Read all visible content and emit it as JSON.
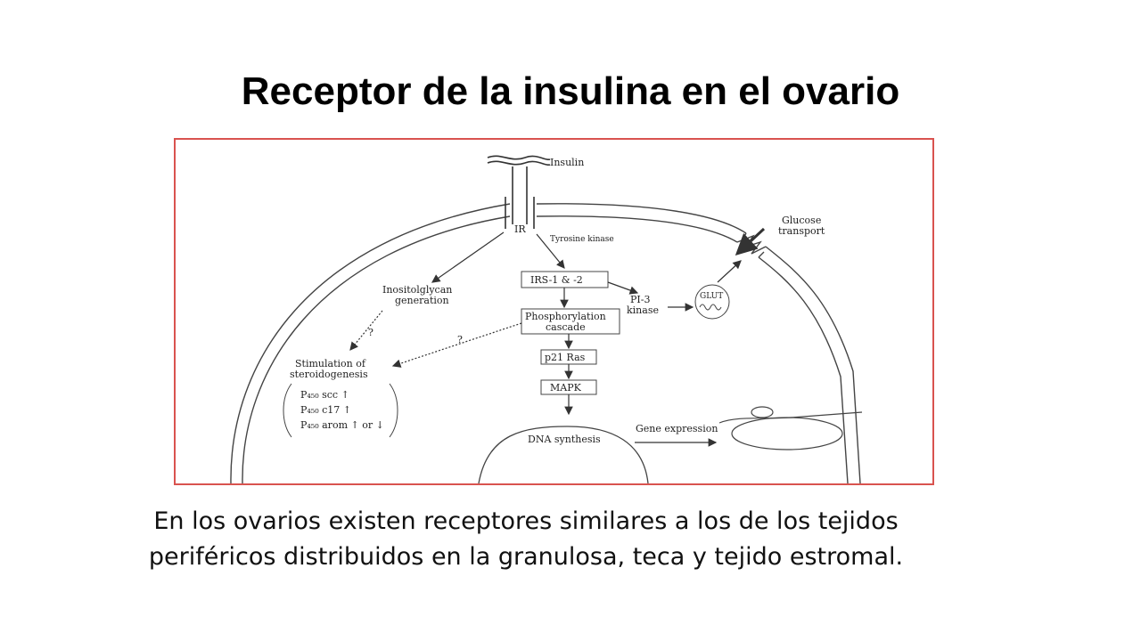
{
  "slide": {
    "title": "Receptor de la insulina en el ovario",
    "caption_line1": "En los ovarios existen receptores similares a los de los tejidos",
    "caption_line2": "periféricos distribuidos en la granulosa, teca y tejido estromal."
  },
  "diagram": {
    "insulin": "Insulin",
    "ir": "IR",
    "tyrosine_kinase": "Tyrosine kinase",
    "glucose_transport_1": "Glucose",
    "glucose_transport_2": "transport",
    "irs": "IRS-1 & -2",
    "pi3_1": "PI-3",
    "pi3_2": "kinase",
    "glut": "GLUT",
    "inositol_1": "Inositolglycan",
    "inositol_2": "generation",
    "phospho_1": "Phosphorylation",
    "phospho_2": "cascade",
    "question_1": "?",
    "question_2": "?",
    "stim_1": "Stimulation of",
    "stim_2": "steroidogenesis",
    "p450_scc": "P₄₅₀ scc ↑",
    "p450_c17": "P₄₅₀ c17 ↑",
    "p450_arom": "P₄₅₀ arom ↑ or ↓",
    "p21ras": "p21 Ras",
    "mapk": "MAPK",
    "dna_synthesis": "DNA synthesis",
    "gene_expression": "Gene expression"
  },
  "colors": {
    "frame_border": "#d9534f",
    "line": "#333333"
  }
}
